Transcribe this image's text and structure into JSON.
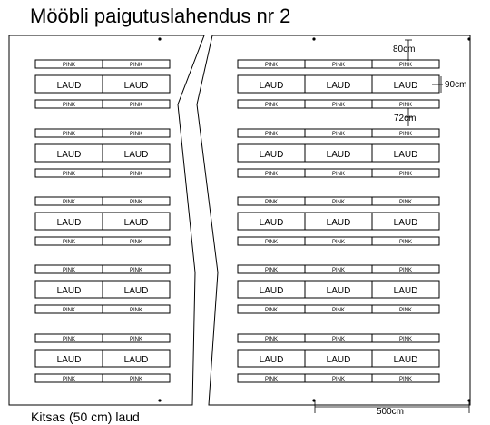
{
  "title": "Mööbli paigutuslahendus nr 2",
  "footer_note": "Kitsas (50 cm) laud",
  "labels": {
    "bench": "PINK",
    "table": "LAUD"
  },
  "dimensions": {
    "bench_gap": "80cm",
    "table_width": "90cm",
    "table_gap": "72cm",
    "row_length": "500cm"
  },
  "layout": {
    "left_hall": {
      "columns": 2,
      "table_rows": 5,
      "benches_per_table": 2
    },
    "right_hall": {
      "columns": 3,
      "table_rows": 5,
      "benches_per_table": 2
    }
  }
}
